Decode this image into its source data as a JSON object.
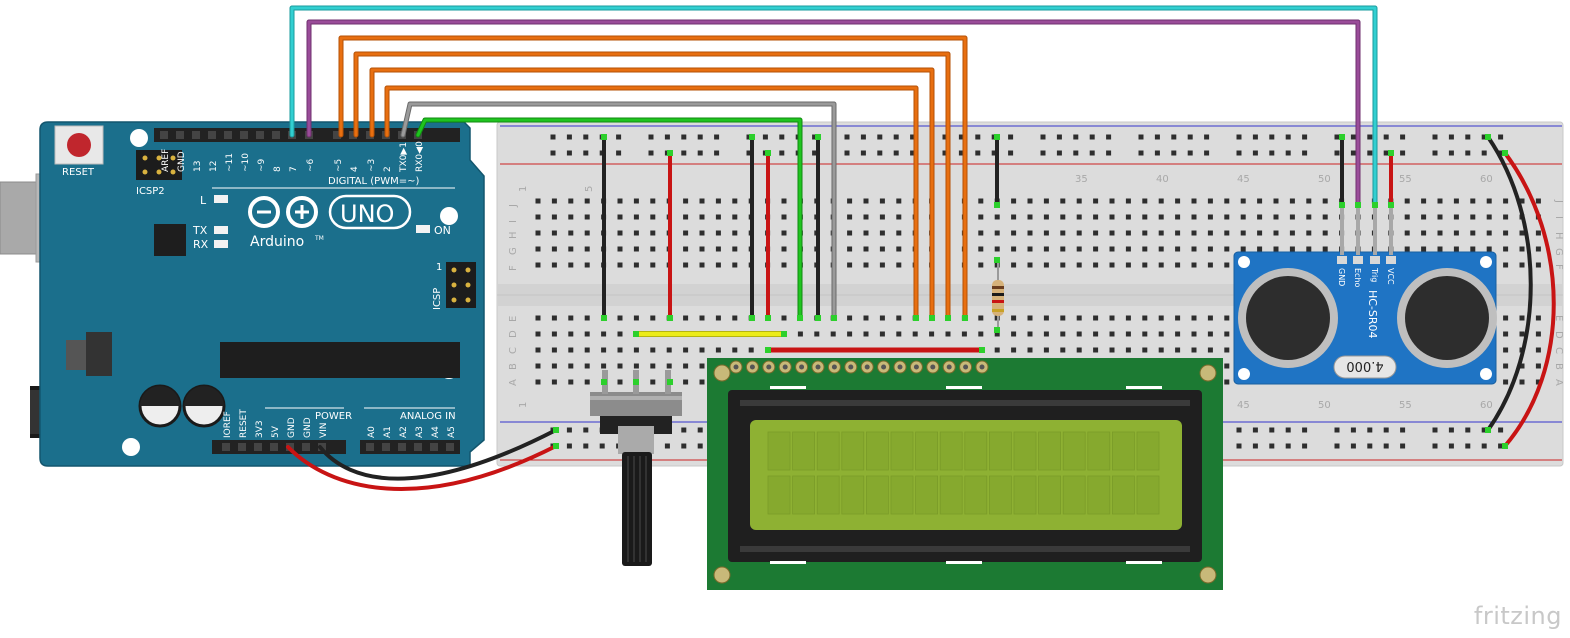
{
  "arduino": {
    "board_name": "UNO",
    "brand": "Arduino",
    "trademark": "TM",
    "reset_label": "RESET",
    "icsp2_label": "ICSP2",
    "icsp_label": "ICSP",
    "icsp_pin1": "1",
    "digital_label": "DIGITAL (PWM=~)",
    "led_l": "L",
    "led_tx": "TX",
    "led_rx": "RX",
    "led_on": "ON",
    "power_label": "POWER",
    "analog_label": "ANALOG IN",
    "digital_pins": [
      "AREF",
      "GND",
      "13",
      "12",
      "~11",
      "~10",
      "~9",
      "8",
      "7",
      "~6",
      "~5",
      "4",
      "~3",
      "2",
      "TX0▶1",
      "RX0◀0"
    ],
    "power_pins": [
      "IOREF",
      "RESET",
      "3V3",
      "5V",
      "GND",
      "GND",
      "VIN"
    ],
    "analog_pins": [
      "A0",
      "A1",
      "A2",
      "A3",
      "A4",
      "A5"
    ]
  },
  "breadboard": {
    "row_letters_left": [
      "J",
      "I",
      "H",
      "G",
      "F",
      "E",
      "D",
      "C",
      "B",
      "A"
    ],
    "row_letters_right": [
      "J",
      "I",
      "H",
      "G",
      "F",
      "E",
      "D",
      "C",
      "B",
      "A"
    ],
    "top_numbers": [
      "1",
      "5",
      "35",
      "40",
      "45",
      "50",
      "55",
      "60"
    ],
    "bottom_numbers": [
      "1",
      "45",
      "50",
      "55",
      "60"
    ]
  },
  "sensor": {
    "model": "HC-SR04",
    "pins": [
      "GND",
      "Echo",
      "Trig",
      "VCC"
    ],
    "crystal": "4.000"
  },
  "watermark": "fritzing",
  "colors": {
    "board_blue": "#1b6f8c",
    "sensor_blue": "#1f74c4",
    "lcd_green": "#1c7a33",
    "lcd_screen": "#8eb133",
    "wire_cyan": "#32cfd1",
    "wire_purple": "#9a4c99",
    "wire_orange": "#e86f10",
    "wire_gray": "#9a9a9a",
    "wire_green": "#1fc41f",
    "wire_yellow": "#ecec1a",
    "wire_red": "#c81414",
    "wire_black": "#222222"
  }
}
